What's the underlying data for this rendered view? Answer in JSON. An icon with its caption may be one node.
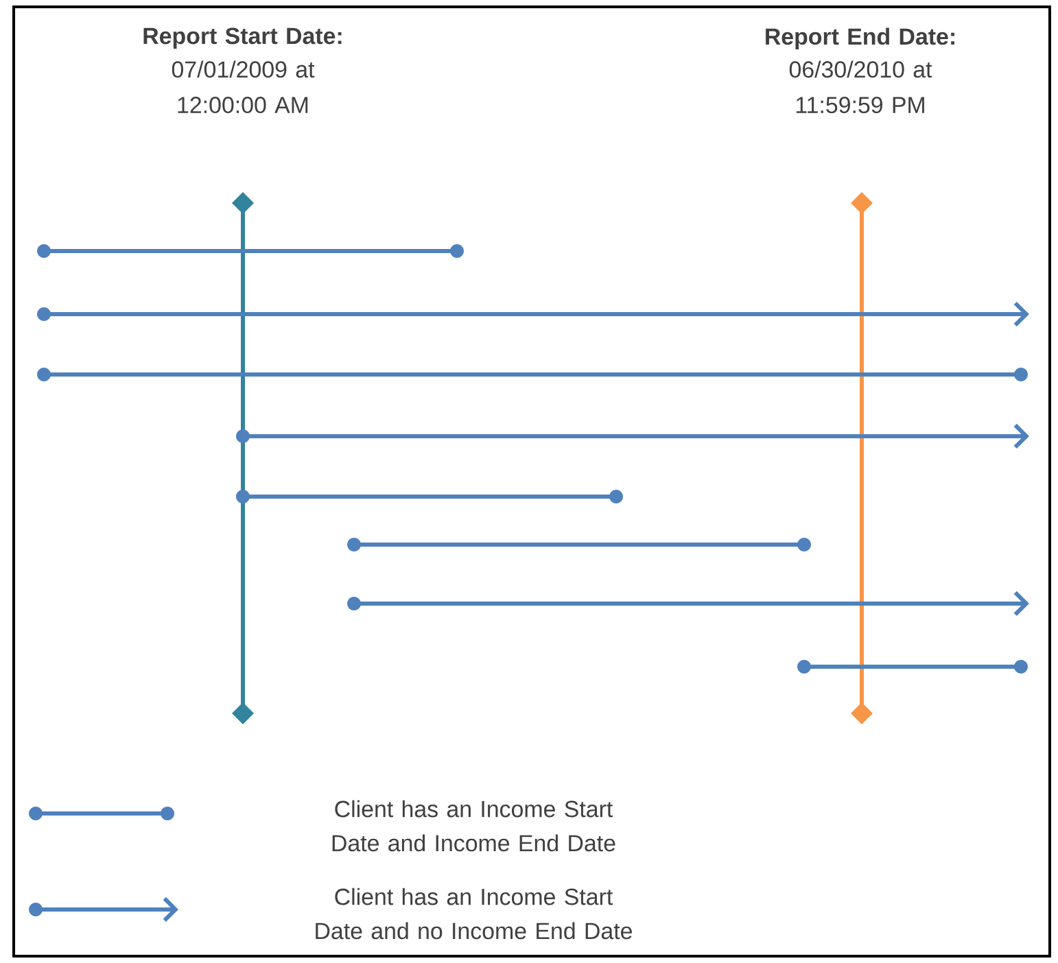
{
  "diagram": {
    "labels": [
      "Report Start Date:",
      "07/01/2009 at 12:00:00 AM",
      "Report End Date:",
      "06/30/2010 at 11:59:59 PM"
    ],
    "legend": [
      {
        "text": "Client has an Income Start Date and Income End Date"
      },
      {
        "text": "Client has an Income Start Date and no Income End Date"
      }
    ]
  }
}
